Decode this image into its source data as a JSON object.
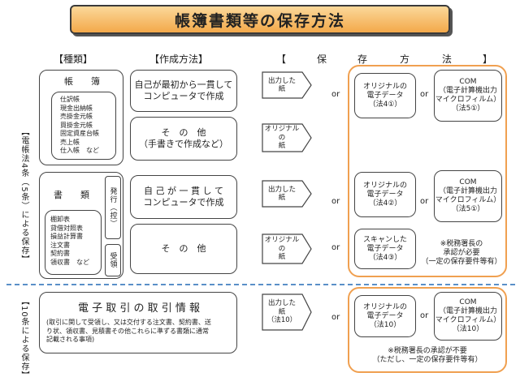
{
  "title": "帳簿書類等の保存方法",
  "headers": {
    "kind": "【種類】",
    "method": "【作成方法】",
    "storage_open": "【",
    "storage_chars": [
      "保",
      "存",
      "方",
      "法"
    ],
    "storage_close": "】"
  },
  "side_labels": {
    "law4": "【電帳法4条（5条）による保存】",
    "law10": "【10条による保存】"
  },
  "books": {
    "title": "帳　　簿",
    "items": [
      "仕訳帳",
      "現金出納帳",
      "売掛金元帳",
      "買掛金元帳",
      "固定資産台帳",
      "売上帳",
      "仕入帳　など"
    ]
  },
  "documents": {
    "title": "書　　類",
    "items": [
      "棚卸表",
      "貸借対照表",
      "損益計算書",
      "注文書",
      "契約書",
      "領収書　など"
    ]
  },
  "issue_label": "発行（控）",
  "receive_label": "受領",
  "methods": {
    "m1": [
      "自己が最初から一貫して",
      "コンピュータで作成"
    ],
    "m2": [
      "そ　の　他",
      "（手書きで作成など）"
    ],
    "m3": [
      "自 己 が 一 貫 し て",
      "コンピュータで作成"
    ],
    "m4": "そ　の　他"
  },
  "arrows": {
    "a1": [
      "出力した",
      "紙"
    ],
    "a2": [
      "オリジナルの",
      "紙"
    ],
    "a3": [
      "出力した",
      "紙"
    ],
    "a4": [
      "オリジナルの",
      "紙"
    ],
    "a5": [
      "出力した",
      "紙",
      "（法10）"
    ]
  },
  "or_text": "or",
  "storage": {
    "s1": [
      "オリジナルの",
      "電子データ",
      "（法4①）"
    ],
    "s1com": [
      "COM",
      "（電子計算機出力",
      "マイクロフィルム）",
      "（法5①）"
    ],
    "s2": [
      "オリジナルの",
      "電子データ",
      "（法4②）"
    ],
    "s2com": [
      "COM",
      "（電子計算機出力",
      "マイクロフィルム）",
      "（法5①）"
    ],
    "s3": [
      "スキャンした",
      "電子データ",
      "（法4③）"
    ],
    "s3note": [
      "※税務署長の",
      "承認が必要",
      "（一定の保存要件等有）"
    ],
    "s4": [
      "オリジナルの",
      "電子データ",
      "（法10）"
    ],
    "s4com": [
      "COM",
      "（電子計算機出力",
      "マイクロフィルム）",
      "（法10）"
    ],
    "s4note": [
      "※税務署長の承認が不要",
      "（ただし、一定の保存要件等有）"
    ]
  },
  "electronic": {
    "title": "電 子 取 引 の 取 引 情 報",
    "desc": [
      "(取引に関して受領し、又は交付する注文書、契約書、送",
      "り状、領収書、見積書その他これらに準ずる書類に通常",
      "記載される事項)"
    ]
  },
  "colors": {
    "orange_border": "#f0a050",
    "divider": "#5a8fc8",
    "title_bg": "#f3a94a"
  }
}
